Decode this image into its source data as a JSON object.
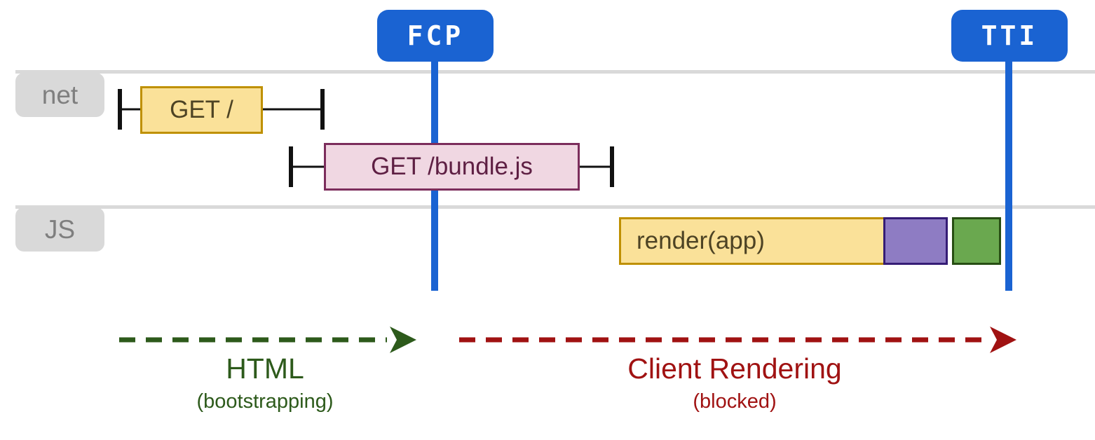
{
  "colors": {
    "blue": "#1a63d2",
    "laneGray": "#d9d9d9",
    "labelBg": "#d9d9d9",
    "labelText": "#7f7f7f",
    "yellowFill": "#fae199",
    "yellowBorder": "#bf9000",
    "oliveText": "#4d4324",
    "pinkFill": "#f0d7e2",
    "pinkBorder": "#7c2d5c",
    "pinkText": "#5e1f43",
    "purpleFill": "#8e7cc3",
    "purpleBorder": "#351c75",
    "greenFill": "#6aa84f",
    "greenBorder": "#274e13",
    "darkGreen": "#2d5a1b",
    "darkRed": "#a01212"
  },
  "badges": {
    "fcp": "FCP",
    "tti": "TTI"
  },
  "lanes": {
    "net": "net",
    "js": "JS"
  },
  "events": {
    "get_root": "GET /",
    "get_bundle": "GET /bundle.js",
    "render_app": "render(app)"
  },
  "phases": {
    "html": {
      "label": "HTML",
      "sub": "(bootstrapping)"
    },
    "client": {
      "label": "Client Rendering",
      "sub": "(blocked)"
    }
  }
}
